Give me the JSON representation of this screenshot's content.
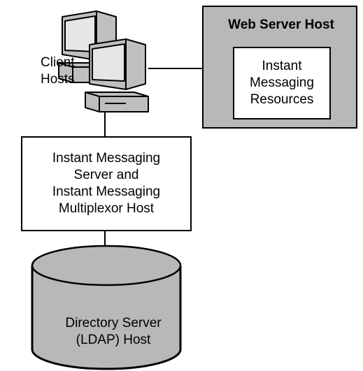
{
  "client_hosts": {
    "label": "Client\nHosts"
  },
  "web_server_host": {
    "title": "Web Server Host"
  },
  "im_resources": {
    "label": "Instant\nMessaging\nResources"
  },
  "im_server": {
    "label": "Instant Messaging\nServer and\nInstant Messaging\nMultiplexor Host"
  },
  "directory_server": {
    "label": "Directory Server\n(LDAP) Host"
  },
  "colors": {
    "host_fill": "#b8b8b8",
    "box_fill": "#ffffff",
    "stroke": "#000000"
  }
}
